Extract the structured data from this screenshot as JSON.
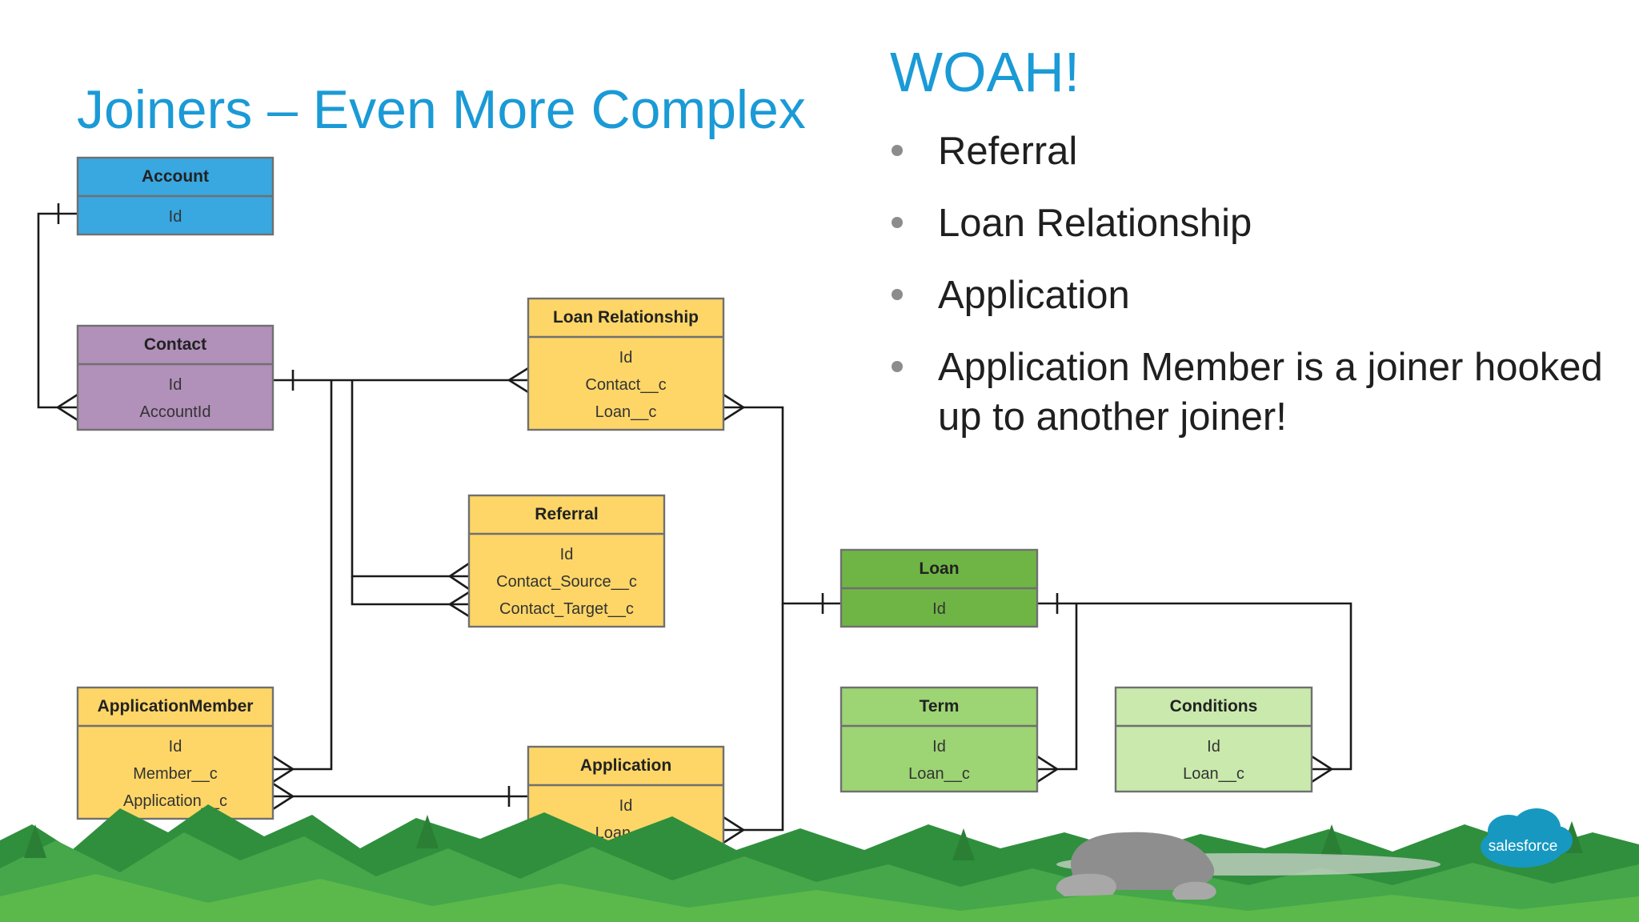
{
  "slide": {
    "title": "Joiners – Even More Complex",
    "heading": "WOAH!",
    "bullets": [
      "Referral",
      "Loan Relationship",
      "Application",
      "Application Member is a joiner hooked up to another joiner!"
    ]
  },
  "entities": {
    "account": {
      "title": "Account",
      "fields": [
        "Id"
      ],
      "color": "#39a7e0"
    },
    "contact": {
      "title": "Contact",
      "fields": [
        "Id",
        "AccountId"
      ],
      "color": "#b190b9"
    },
    "loan_relationship": {
      "title": "Loan Relationship",
      "fields": [
        "Id",
        "Contact__c",
        "Loan__c"
      ],
      "color": "#fdd667"
    },
    "referral": {
      "title": "Referral",
      "fields": [
        "Id",
        "Contact_Source__c",
        "Contact_Target__c"
      ],
      "color": "#fdd667"
    },
    "application_member": {
      "title": "ApplicationMember",
      "fields": [
        "Id",
        "Member__c",
        "Application__c"
      ],
      "color": "#fdd667"
    },
    "application": {
      "title": "Application",
      "fields": [
        "Id",
        "Loan__c"
      ],
      "color": "#fdd667"
    },
    "loan": {
      "title": "Loan",
      "fields": [
        "Id"
      ],
      "color": "#6fb545"
    },
    "term": {
      "title": "Term",
      "fields": [
        "Id",
        "Loan__c"
      ],
      "color": "#9dd474"
    },
    "conditions": {
      "title": "Conditions",
      "fields": [
        "Id",
        "Loan__c"
      ],
      "color": "#c9e9ad"
    }
  },
  "colors": {
    "accent": "#1a9ad6",
    "connector": "#1a1a1a",
    "forest_dark": "#2f8f3d",
    "forest_light": "#5ab94a",
    "rock": "#8e8e8e"
  },
  "brand": {
    "logo_text": "salesforce",
    "logo_color": "#1798c1"
  }
}
